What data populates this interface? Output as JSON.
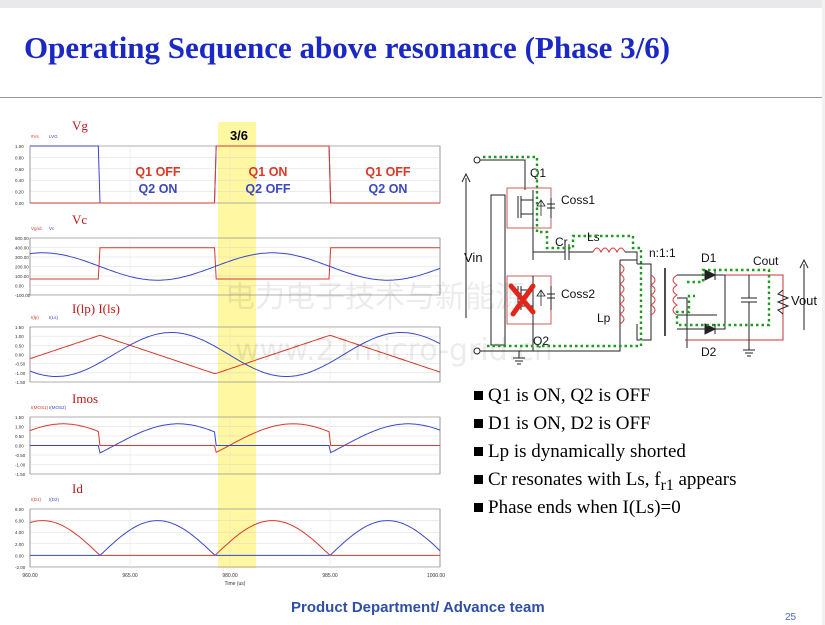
{
  "slide": {
    "title": "Operating Sequence above resonance (Phase 3/6)",
    "footer": "Product Department/ Advance team",
    "page_number": "25",
    "watermark_cn": "电力电子技术与新能源",
    "watermark_url": "www.21micro-grid.cn"
  },
  "waveforms": {
    "phase_label": "3/6",
    "highlight_color": "#fff47a",
    "colors": {
      "red": "#d93a2a",
      "blue": "#3a48c8",
      "label": "#c01818",
      "frame": "#555555"
    },
    "panels": [
      {
        "name": "Vg",
        "title": "Vg",
        "legend": [
          "#Vs",
          "LVG"
        ],
        "yticks": [
          "1.00",
          "0.80",
          "0.60",
          "0.40",
          "0.20",
          "0.00"
        ]
      },
      {
        "name": "Vc",
        "title": "Vc",
        "legend": [
          "Vgnd",
          "Vc"
        ],
        "yticks": [
          "500.00",
          "400.00",
          "300.00",
          "200.00",
          "100.00",
          "0.00",
          "-100.00"
        ]
      },
      {
        "name": "ilp",
        "title": "I(lp)   I(ls)",
        "legend": [
          "I(lp)",
          "I(Ls)"
        ],
        "yticks": [
          "1.50",
          "1.00",
          "0.50",
          "0.00",
          "-0.50",
          "-1.00",
          "-1.50"
        ]
      },
      {
        "name": "imos",
        "title": "Imos",
        "legend": [
          "I(MOS1)",
          "I(MOS2)"
        ],
        "yticks": [
          "1.50",
          "1.00",
          "0.50",
          "0.00",
          "-0.50",
          "-1.00",
          "-1.50"
        ]
      },
      {
        "name": "id",
        "title": "Id",
        "legend": [
          "I(D1)",
          "I(D2)"
        ],
        "yticks": [
          "8.00",
          "6.00",
          "4.00",
          "2.00",
          "0.00",
          "-2.00"
        ]
      }
    ],
    "x_axis": {
      "ticks": [
        "960.00",
        "965.00",
        "980.00",
        "985.00",
        "1000.00"
      ],
      "label": "Time (us)"
    },
    "state_labels": [
      {
        "q1": "Q1 OFF",
        "q2": "Q2 ON"
      },
      {
        "q1": "Q1 ON",
        "q2": "Q2 OFF"
      },
      {
        "q1": "Q1 OFF",
        "q2": "Q2 ON"
      }
    ]
  },
  "circuit": {
    "labels": {
      "vin": "Vin",
      "q1": "Q1",
      "q2": "Q2",
      "coss1": "Coss1",
      "coss2": "Coss2",
      "cr": "Cr",
      "ls": "Ls",
      "lp": "Lp",
      "ratio": "n:1:1",
      "d1": "D1",
      "d2": "D2",
      "cout": "Cout",
      "vout": "Vout"
    },
    "current_path_color": "#1e9a1e",
    "off_mark_color": "#e0261a"
  },
  "bullets": [
    {
      "text": "Q1 is ON, Q2 is OFF"
    },
    {
      "text": "D1 is ON, D2 is OFF"
    },
    {
      "text": "Lp is dynamically shorted"
    },
    {
      "text": "Cr resonates with Ls, f",
      "sub": "r1",
      "suffix": " appears"
    },
    {
      "text": "Phase ends when I(Ls)=0"
    }
  ]
}
